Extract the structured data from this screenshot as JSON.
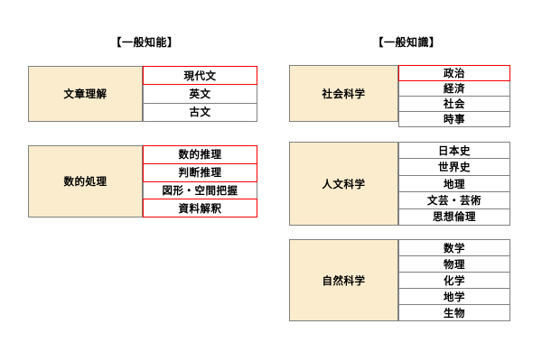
{
  "page": {
    "background_color": "#ffffff",
    "highlight_color": "#ff0000",
    "category_fill_color": "#fbeccd",
    "border_color": "#808080"
  },
  "columns": [
    {
      "id": "left",
      "header": "【一般知能】",
      "blocks": [
        {
          "id": "bunsho",
          "category": "文章理解",
          "subjects": [
            {
              "label": "現代文",
              "highlighted": true
            },
            {
              "label": "英文",
              "highlighted": false
            },
            {
              "label": "古文",
              "highlighted": false
            }
          ]
        },
        {
          "id": "suteki",
          "category": "数的処理",
          "subjects": [
            {
              "label": "数的推理",
              "highlighted": true
            },
            {
              "label": "判断推理",
              "highlighted": true
            },
            {
              "label": "図形・空間把握",
              "highlighted": false
            },
            {
              "label": "資料解釈",
              "highlighted": true
            }
          ]
        }
      ]
    },
    {
      "id": "right",
      "header": "【一般知識】",
      "blocks": [
        {
          "id": "shakai",
          "category": "社会科学",
          "subjects": [
            {
              "label": "政治",
              "highlighted": true
            },
            {
              "label": "経済",
              "highlighted": false
            },
            {
              "label": "社会",
              "highlighted": false
            },
            {
              "label": "時事",
              "highlighted": false
            }
          ]
        },
        {
          "id": "jinbun",
          "category": "人文科学",
          "subjects": [
            {
              "label": "日本史",
              "highlighted": false
            },
            {
              "label": "世界史",
              "highlighted": false
            },
            {
              "label": "地理",
              "highlighted": false
            },
            {
              "label": "文芸・芸術",
              "highlighted": false
            },
            {
              "label": "思想倫理",
              "highlighted": false
            }
          ]
        },
        {
          "id": "shizen",
          "category": "自然科学",
          "subjects": [
            {
              "label": "数学",
              "highlighted": false
            },
            {
              "label": "物理",
              "highlighted": false
            },
            {
              "label": "化学",
              "highlighted": false
            },
            {
              "label": "地学",
              "highlighted": false
            },
            {
              "label": "生物",
              "highlighted": false
            }
          ]
        }
      ]
    }
  ]
}
